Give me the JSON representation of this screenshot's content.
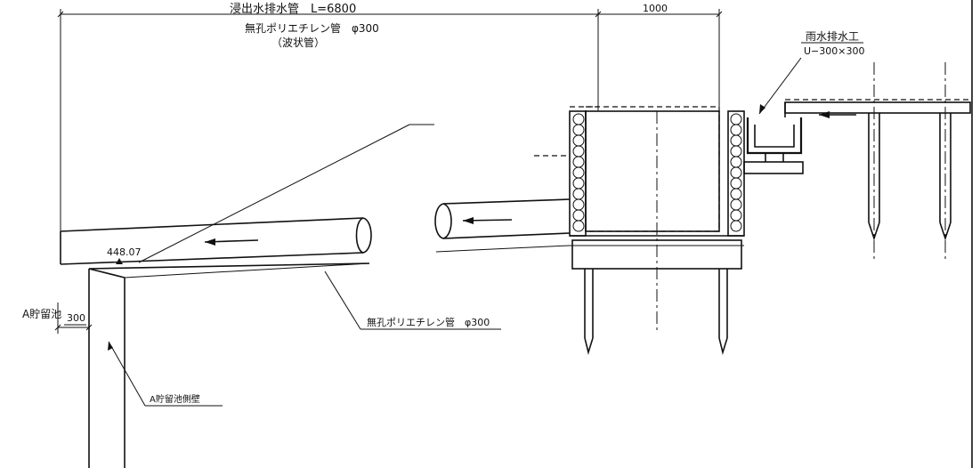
{
  "labels": {
    "pipe_title": "浸出水排水管　L=6800",
    "pipe_spec": "無孔ポリエチレン管　φ300",
    "pipe_spec_sub": "（波状管）",
    "dim_1000": "1000",
    "drain_title": "雨水排水工",
    "drain_spec": "U−300×300",
    "elevation": "448.07",
    "dim_300": "300",
    "reservoir": "A貯留池",
    "pipe_callout": "無孔ポリエチレン管　φ300",
    "wall_callout": "A貯留池側壁"
  }
}
